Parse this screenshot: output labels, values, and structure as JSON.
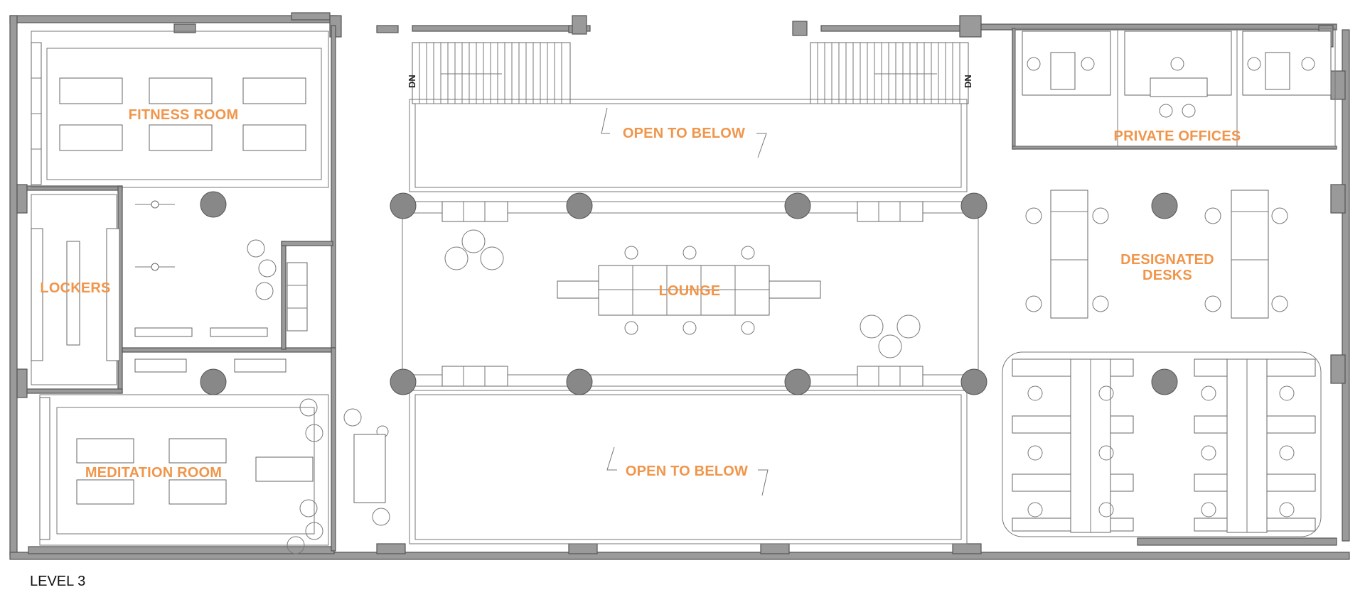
{
  "plan": {
    "level_label": "LEVEL 3",
    "label_color": "#f0954a",
    "rooms": {
      "fitness": "FITNESS ROOM",
      "lockers": "LOCKERS",
      "meditation": "MEDITATION ROOM",
      "open_to_below_top": "OPEN TO BELOW",
      "lounge": "LOUNGE",
      "open_to_below_bottom": "OPEN TO BELOW",
      "private_offices": "PRIVATE OFFICES",
      "designated_desks_line1": "DESIGNATED",
      "designated_desks_line2": "DESKS"
    },
    "stair_markers": {
      "left": "DN",
      "right": "DN"
    }
  }
}
